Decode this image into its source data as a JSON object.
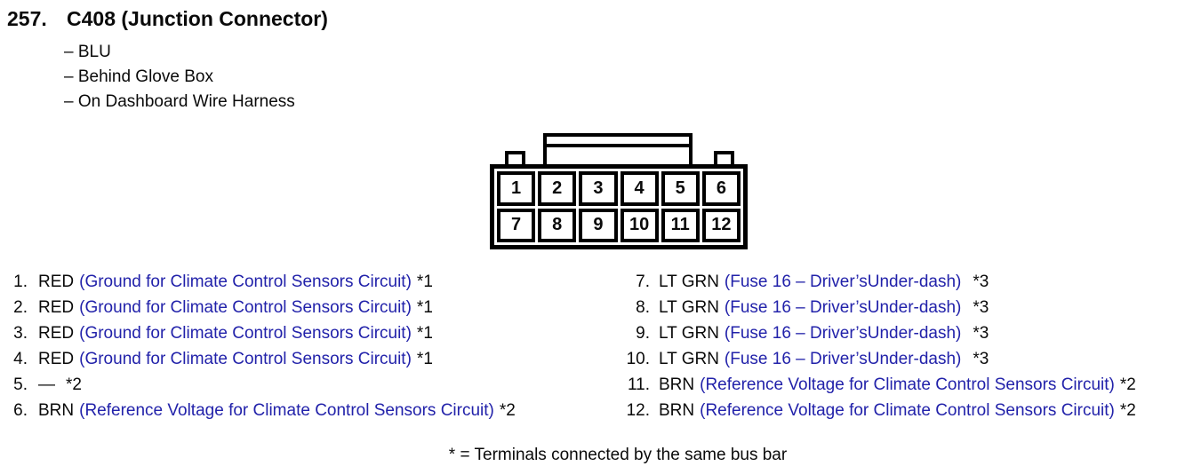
{
  "page": {
    "background": "#ffffff",
    "text_color": "#0a0a0a",
    "link_color": "#2222aa"
  },
  "header": {
    "number": "257.",
    "title": "C408 (Junction Connector)",
    "details": [
      "– BLU",
      "– Behind Glove Box",
      "– On Dashboard Wire Harness"
    ]
  },
  "connector_diagram": {
    "top_row": [
      "1",
      "2",
      "3",
      "4",
      "5",
      "6"
    ],
    "bottom_row": [
      "7",
      "8",
      "9",
      "10",
      "11",
      "12"
    ]
  },
  "pins_left": [
    {
      "num": "1.",
      "color": "RED",
      "desc": "(Ground for Climate Control Sensors Circuit)",
      "note": "*1"
    },
    {
      "num": "2.",
      "color": "RED",
      "desc": "(Ground for Climate Control Sensors Circuit)",
      "note": "*1"
    },
    {
      "num": "3.",
      "color": "RED",
      "desc": "(Ground for Climate Control Sensors Circuit)",
      "note": "*1"
    },
    {
      "num": "4.",
      "color": "RED",
      "desc": "(Ground for Climate Control Sensors Circuit)",
      "note": "*1"
    },
    {
      "num": "5.",
      "color": "—",
      "desc": "",
      "note": "*2"
    },
    {
      "num": "6.",
      "color": "BRN",
      "desc": "(Reference Voltage for Climate Control Sensors Circuit)",
      "note": "*2"
    }
  ],
  "pins_right": [
    {
      "num": "7.",
      "color": "LT GRN",
      "desc": "(Fuse 16 – Driver’sUnder-dash)",
      "note": "*3",
      "wide_note_gap": true
    },
    {
      "num": "8.",
      "color": "LT GRN",
      "desc": "(Fuse 16 – Driver’sUnder-dash)",
      "note": "*3",
      "wide_note_gap": true
    },
    {
      "num": "9.",
      "color": "LT GRN",
      "desc": "(Fuse 16 – Driver’sUnder-dash)",
      "note": "*3",
      "wide_note_gap": true
    },
    {
      "num": "10.",
      "color": "LT GRN",
      "desc": "(Fuse 16 – Driver’sUnder-dash)",
      "note": "*3",
      "wide_note_gap": true
    },
    {
      "num": "11.",
      "color": "BRN",
      "desc": "(Reference Voltage for Climate Control Sensors Circuit)",
      "note": "*2"
    },
    {
      "num": "12.",
      "color": "BRN",
      "desc": "(Reference Voltage for Climate Control Sensors Circuit)",
      "note": "*2"
    }
  ],
  "footnote": "* = Terminals connected by the same bus bar"
}
